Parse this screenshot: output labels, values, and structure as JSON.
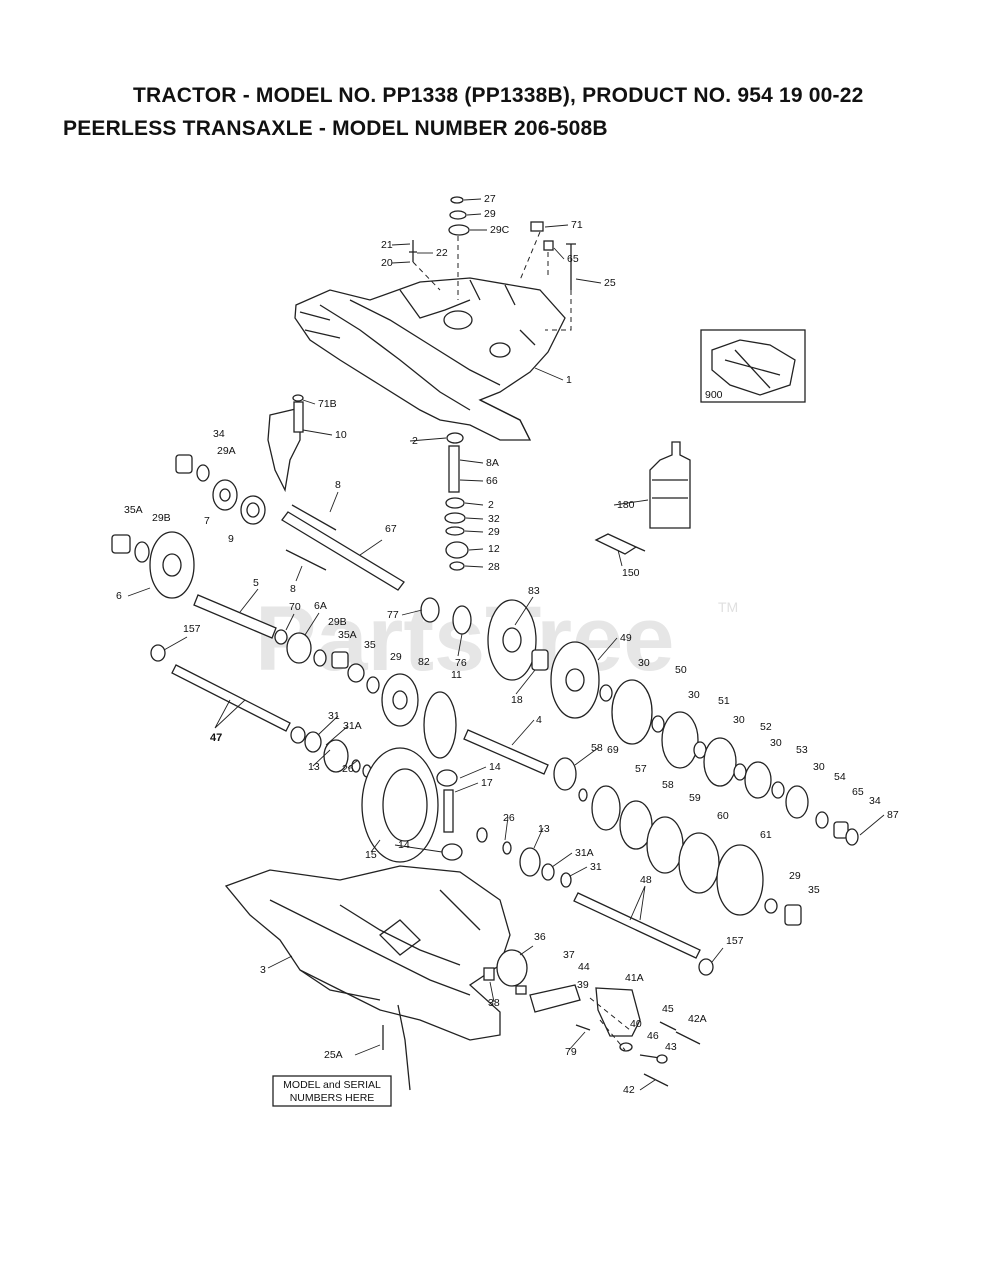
{
  "header": {
    "title_line1": "TRACTOR - MODEL NO. PP1338 (PP1338B), PRODUCT NO. 954 19 00-22",
    "title_line2": "PEERLESS TRANSAXLE - MODEL NUMBER 206-508B"
  },
  "watermark": {
    "text": "PartsTree",
    "tm": "TM"
  },
  "serial_box": {
    "line1": "MODEL and SERIAL",
    "line2": "NUMBERS HERE"
  },
  "part_labels": [
    {
      "id": "27",
      "text": "27"
    },
    {
      "id": "29-top",
      "text": "29"
    },
    {
      "id": "29C",
      "text": "29C"
    },
    {
      "id": "71",
      "text": "71"
    },
    {
      "id": "21",
      "text": "21"
    },
    {
      "id": "22",
      "text": "22"
    },
    {
      "id": "20",
      "text": "20"
    },
    {
      "id": "65-top",
      "text": "65"
    },
    {
      "id": "25",
      "text": "25"
    },
    {
      "id": "1",
      "text": "1"
    },
    {
      "id": "900",
      "text": "900"
    },
    {
      "id": "71B",
      "text": "71B"
    },
    {
      "id": "10",
      "text": "10"
    },
    {
      "id": "34-left",
      "text": "34"
    },
    {
      "id": "29A",
      "text": "29A"
    },
    {
      "id": "2-upper",
      "text": "2"
    },
    {
      "id": "8A",
      "text": "8A"
    },
    {
      "id": "66",
      "text": "66"
    },
    {
      "id": "180",
      "text": "180"
    },
    {
      "id": "8-upper",
      "text": "8"
    },
    {
      "id": "35A-left",
      "text": "35A"
    },
    {
      "id": "29B-left",
      "text": "29B"
    },
    {
      "id": "7",
      "text": "7"
    },
    {
      "id": "9",
      "text": "9"
    },
    {
      "id": "2-lower",
      "text": "2"
    },
    {
      "id": "32",
      "text": "32"
    },
    {
      "id": "29-mid",
      "text": "29"
    },
    {
      "id": "12",
      "text": "12"
    },
    {
      "id": "28",
      "text": "28"
    },
    {
      "id": "67",
      "text": "67"
    },
    {
      "id": "150",
      "text": "150"
    },
    {
      "id": "6",
      "text": "6"
    },
    {
      "id": "8-lower",
      "text": "8"
    },
    {
      "id": "5",
      "text": "5"
    },
    {
      "id": "83",
      "text": "83"
    },
    {
      "id": "77",
      "text": "77"
    },
    {
      "id": "70",
      "text": "70"
    },
    {
      "id": "6A",
      "text": "6A"
    },
    {
      "id": "29B-mid",
      "text": "29B"
    },
    {
      "id": "35A-mid",
      "text": "35A"
    },
    {
      "id": "35-mid",
      "text": "35"
    },
    {
      "id": "157-left",
      "text": "157"
    },
    {
      "id": "29-c",
      "text": "29"
    },
    {
      "id": "76",
      "text": "76"
    },
    {
      "id": "49",
      "text": "49"
    },
    {
      "id": "82",
      "text": "82"
    },
    {
      "id": "11",
      "text": "11"
    },
    {
      "id": "18",
      "text": "18"
    },
    {
      "id": "30-a",
      "text": "30"
    },
    {
      "id": "50",
      "text": "50"
    },
    {
      "id": "30-b",
      "text": "30"
    },
    {
      "id": "51",
      "text": "51"
    },
    {
      "id": "30-c",
      "text": "30"
    },
    {
      "id": "52",
      "text": "52"
    },
    {
      "id": "30-d",
      "text": "30"
    },
    {
      "id": "53",
      "text": "53"
    },
    {
      "id": "30-e",
      "text": "30"
    },
    {
      "id": "31-mid",
      "text": "31"
    },
    {
      "id": "31A-mid",
      "text": "31A"
    },
    {
      "id": "47",
      "text": "47"
    },
    {
      "id": "4",
      "text": "4"
    },
    {
      "id": "58-a",
      "text": "58"
    },
    {
      "id": "54",
      "text": "54"
    },
    {
      "id": "65-right",
      "text": "65"
    },
    {
      "id": "34-right",
      "text": "34"
    },
    {
      "id": "87",
      "text": "87"
    },
    {
      "id": "69",
      "text": "69"
    },
    {
      "id": "57",
      "text": "57"
    },
    {
      "id": "58-b",
      "text": "58"
    },
    {
      "id": "13-left",
      "text": "13"
    },
    {
      "id": "26-left",
      "text": "26"
    },
    {
      "id": "14-upper",
      "text": "14"
    },
    {
      "id": "17",
      "text": "17"
    },
    {
      "id": "26-right",
      "text": "26"
    },
    {
      "id": "59",
      "text": "59"
    },
    {
      "id": "60",
      "text": "60"
    },
    {
      "id": "61",
      "text": "61"
    },
    {
      "id": "14-lower",
      "text": "14"
    },
    {
      "id": "15",
      "text": "15"
    },
    {
      "id": "13-right",
      "text": "13"
    },
    {
      "id": "31A-low",
      "text": "31A"
    },
    {
      "id": "31-low",
      "text": "31"
    },
    {
      "id": "48",
      "text": "48"
    },
    {
      "id": "29-right",
      "text": "29"
    },
    {
      "id": "35-right",
      "text": "35"
    },
    {
      "id": "36",
      "text": "36"
    },
    {
      "id": "3",
      "text": "3"
    },
    {
      "id": "157-right",
      "text": "157"
    },
    {
      "id": "37",
      "text": "37"
    },
    {
      "id": "44",
      "text": "44"
    },
    {
      "id": "41A",
      "text": "41A"
    },
    {
      "id": "39",
      "text": "39"
    },
    {
      "id": "38",
      "text": "38"
    },
    {
      "id": "45",
      "text": "45"
    },
    {
      "id": "42A",
      "text": "42A"
    },
    {
      "id": "40",
      "text": "40"
    },
    {
      "id": "46",
      "text": "46"
    },
    {
      "id": "79",
      "text": "79"
    },
    {
      "id": "43",
      "text": "43"
    },
    {
      "id": "25A",
      "text": "25A"
    },
    {
      "id": "42",
      "text": "42"
    }
  ]
}
